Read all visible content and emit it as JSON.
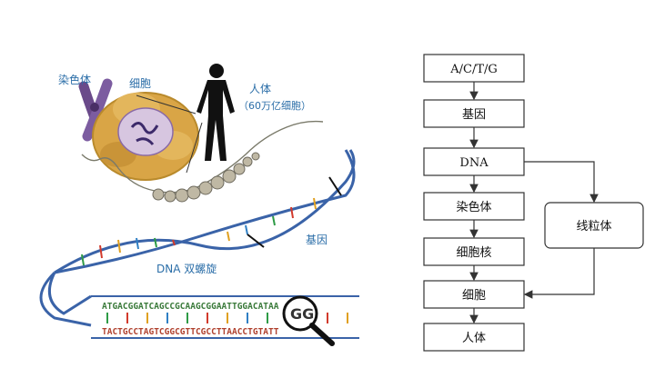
{
  "illustration": {
    "labels": {
      "chromosome": "染色体",
      "cell": "细胞",
      "human_line1": "人体",
      "human_line2": "（60万亿细胞）",
      "gene": "基因",
      "dna_helix": "DNA 双螺旋"
    },
    "sequence_top": "ATGACGGATCAGCCGCAAGCGGAATTGGACATAA",
    "sequence_bottom": "TACTGCCTAGTCGGCGTTCGCCTTAACCTGTATT",
    "magnified_letters": "GG",
    "colors": {
      "label_blue": "#2b6ea8",
      "base_a": "#2e9b46",
      "base_t": "#d23a2c",
      "base_g": "#e0a020",
      "base_c": "#2f7fc4",
      "helix_strand": "#3a63a8",
      "cell_body": "#d9a546"
    },
    "icons": [
      "chromosome-icon",
      "cell-icon",
      "human-silhouette-icon",
      "dna-helix-icon",
      "magnifier-icon"
    ]
  },
  "flowchart": {
    "nodes": {
      "acgt": "A/C/T/G",
      "gene": "基因",
      "dna": "DNA",
      "chromosome": "染色体",
      "nucleus": "细胞核",
      "cell": "细胞",
      "human": "人体",
      "mitochondria": "线粒体"
    }
  }
}
